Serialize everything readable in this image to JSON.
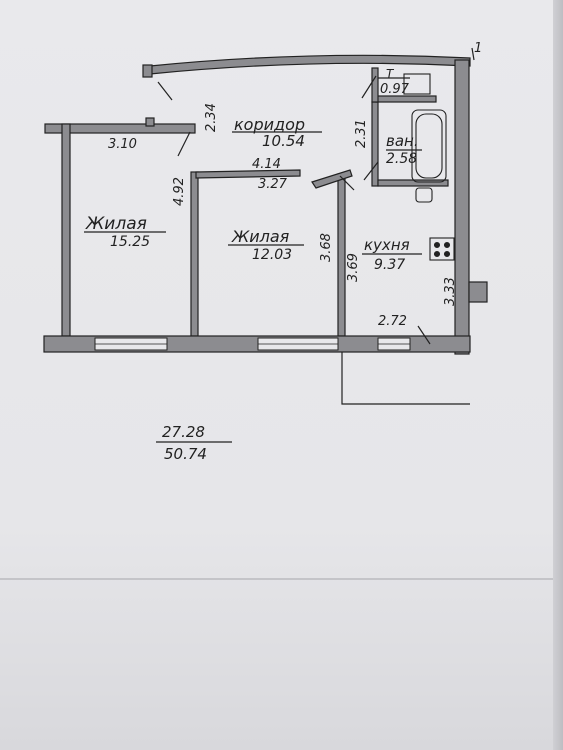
{
  "plan": {
    "rooms": {
      "corridor": {
        "name": "коридор",
        "area": "10.54"
      },
      "bath": {
        "name": "ван.",
        "area": "2.58"
      },
      "toilet": {
        "name": "Т",
        "area": "0.97"
      },
      "living1": {
        "name": "Жилая",
        "area": "15.25"
      },
      "living2": {
        "name": "Жилая",
        "area": "12.03"
      },
      "kitchen": {
        "name": "кухня",
        "area": "9.37"
      }
    },
    "dimensions": {
      "d_3_10": "3.10",
      "d_2_34": "2.34",
      "d_2_31": "2.31",
      "d_4_14": "4.14",
      "d_3_27": "3.27",
      "d_4_92": "4.92",
      "d_3_68": "3.68",
      "d_3_69": "3.69",
      "d_3_33": "3.33",
      "d_2_72": "2.72",
      "mark_1": "1"
    },
    "totals": {
      "living_area": "27.28",
      "total_area": "50.74"
    }
  },
  "colors": {
    "ink": "#222222",
    "wall_fill": "#8c8c90",
    "paper": "#e8e8eb"
  }
}
